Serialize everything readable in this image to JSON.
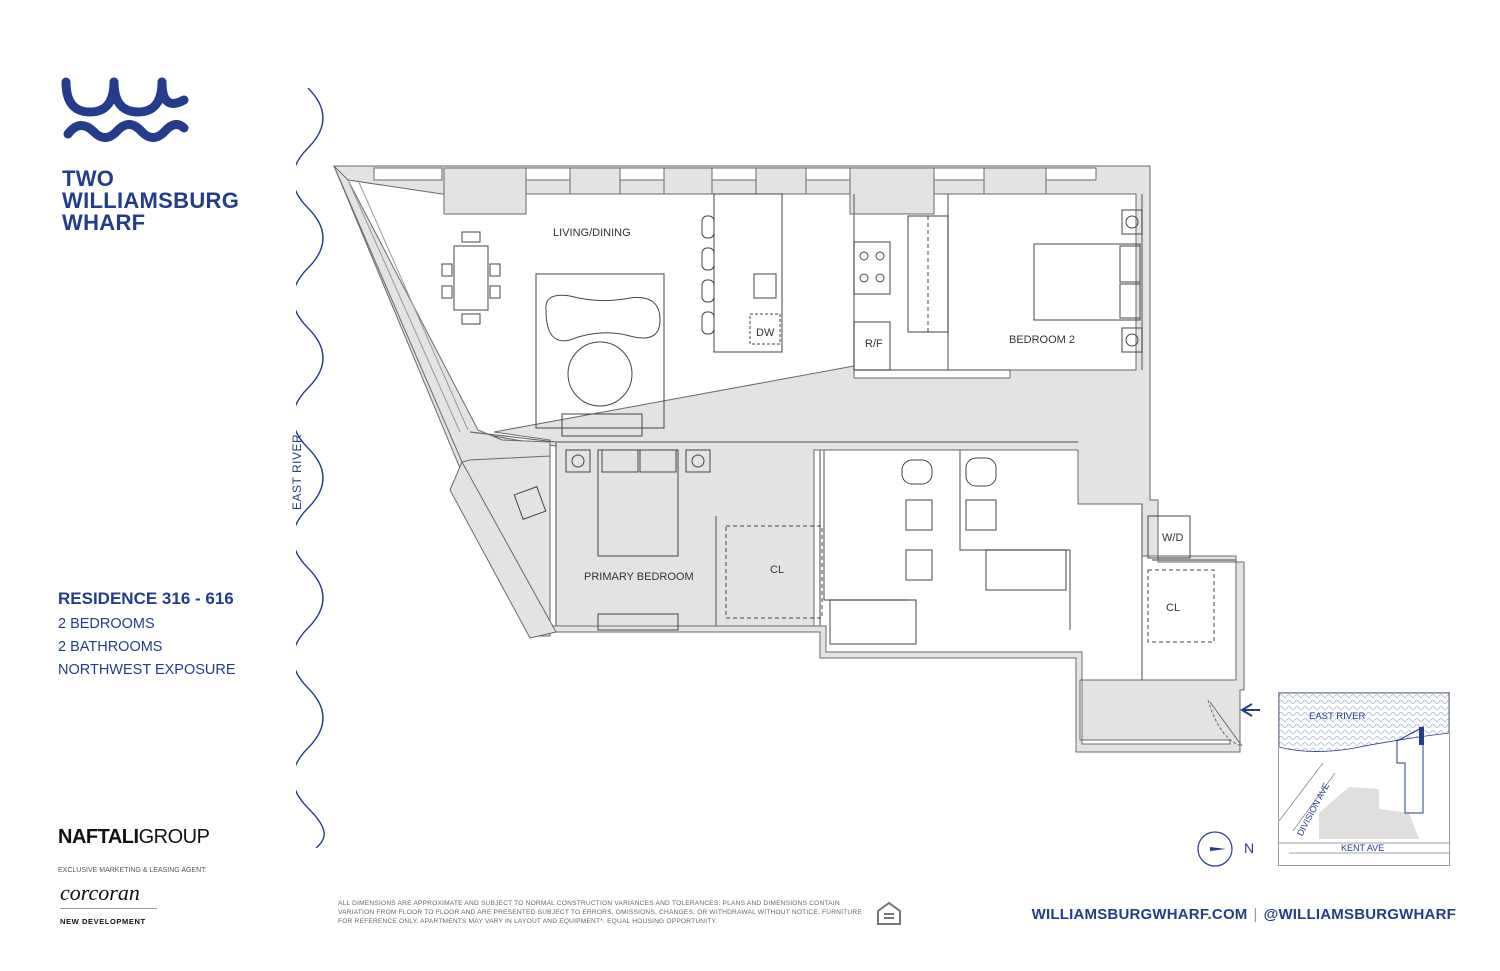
{
  "brand": {
    "line1": "TWO",
    "line2": "WILLIAMSBURG",
    "line3": "WHARF"
  },
  "residence": {
    "title": "RESIDENCE 316 - 616",
    "bedrooms": "2 BEDROOMS",
    "bathrooms": "2 BATHROOMS",
    "exposure": "NORTHWEST EXPOSURE"
  },
  "developer": {
    "name_bold": "NAFTALI",
    "name_light": "GROUP"
  },
  "agent": {
    "caption": "EXCLUSIVE MARKETING & LEASING AGENT:",
    "name": "corcoran",
    "division": "NEW DEVELOPMENT"
  },
  "river_label": "EAST RIVER",
  "rooms": {
    "living": "LIVING/DINING",
    "bedroom2": "BEDROOM 2",
    "primary": "PRIMARY BEDROOM",
    "dw": "DW",
    "rf": "R/F",
    "cl1": "CL",
    "cl2": "CL",
    "wd": "W/D"
  },
  "compass": {
    "label": "N"
  },
  "keymap": {
    "river": "EAST RIVER",
    "street1": "DIVISION AVE",
    "street2": "KENT AVE"
  },
  "disclaimer": "All dimensions are approximate and subject to normal construction variances and tolerances. Plans and dimensions contain variation from floor to floor and are presented subject to errors, omissions, changes, or withdrawal without notice. Furniture for reference only. Apartments may vary in layout and equipment*. Equal housing opportunity.",
  "footer": {
    "website": "WILLIAMSBURGWHARF.COM",
    "separator": "|",
    "social": "@WILLIAMSBURGWHARF"
  },
  "colors": {
    "brand_blue": "#233d8c",
    "wall_gray": "#e5e3e1",
    "line_gray": "#6a6a6a"
  }
}
